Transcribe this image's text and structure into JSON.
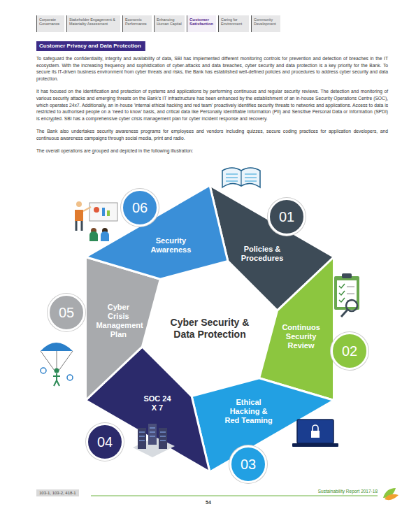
{
  "diagram": {
    "title": "Customer Privacy and Data Protection",
    "nodes": [
      {
        "text": [
          "Policies & Procedures"
        ]
      },
      {
        "text": [
          "Continuos Security Review"
        ]
      },
      {
        "text": [
          "Ethical Hacking & Red Teaming"
        ]
      },
      {
        "text": [
          "SOC 24 X 7"
        ]
      },
      {
        "text": [
          "Cyber Crisis Management Plan"
        ]
      },
      {
        "text": [
          "Security Awareness"
        ]
      },
      {
        "text": [
          "01"
        ]
      },
      {
        "text": [
          "02"
        ]
      },
      {
        "text": [
          "03"
        ]
      },
      {
        "text": [
          "04"
        ]
      },
      {
        "text": [
          "05"
        ]
      },
      {
        "text": [
          "06"
        ]
      }
    ],
    "labels": [
      "Corporate Governance",
      "Stakeholder Engagement & Materiality Assessment",
      "Economic Performance",
      "Enhancing Human Capital",
      "Customer Satisfaction",
      "Caring for Environment",
      "Community Development",
      "To safeguard the confidentiality, integrity and availability of data, SBI has implemented different monitoring controls for prevention and detection of breaches in the IT ecosystem. With the increasing frequency and sophistication of cyber-attacks and data breaches, cyber security and data protection is a key priority for the Bank. To secure its IT-driven business environment from cyber threats and risks, the Bank has established well-defined policies and procedures to address cyber security and data protection.",
      "It has focused on the identification and protection of systems and applications by performing continuous and regular security reviews. The detection and monitoring of various security attacks and emerging threats on the Bank's IT infrastructure has been enhanced by the establishment of an in-house Security Operations Centre (SOC), which operates 24x7. Additionally, an in-house 'internal ethical hacking and red team' proactively identifies security threats to networks and applications. Access to data is restricted to authorised people on a 'need to know' basis, and critical data like Personally Identifiable Information (PII) and Sensitive Personal Data or Information (SPDI) is encrypted. SBI has a comprehensive cyber crisis management plan for cyber incident response and recovery.",
      "The Bank also undertakes security awareness programs for employees and vendors including quizzes, secure coding practices for application developers, and continuous awareness campaigns through social media, print and radio.",
      "The overall operations are grouped and depicted in the following illustration:",
      "Cyber Security & Data Protection",
      "103-1, 103-2, 418-1",
      "Sustainability Report 2017-18",
      "54"
    ]
  }
}
